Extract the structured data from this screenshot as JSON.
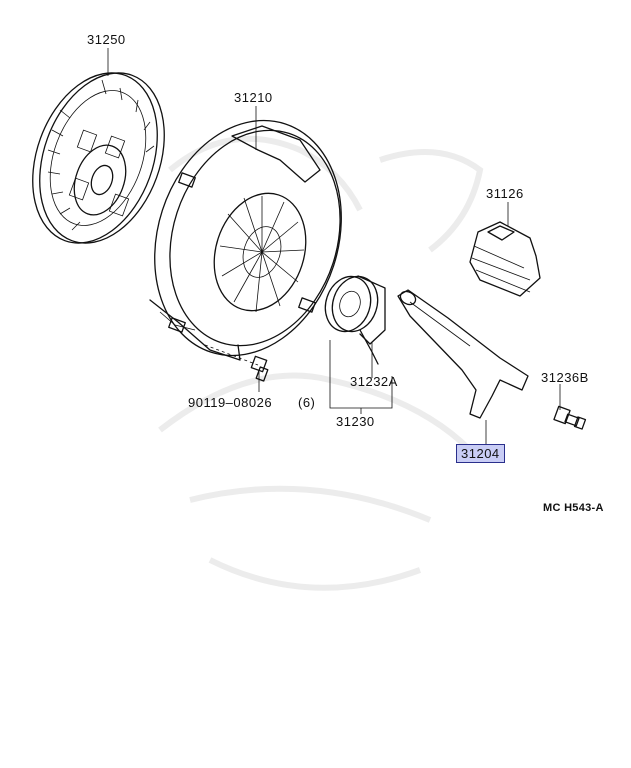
{
  "parts": [
    {
      "id": "p31250",
      "label": "31250"
    },
    {
      "id": "p31210",
      "label": "31210"
    },
    {
      "id": "p31126",
      "label": "31126"
    },
    {
      "id": "p31232a",
      "label": "31232A"
    },
    {
      "id": "p31236b",
      "label": "31236B"
    },
    {
      "id": "p90119",
      "label": "90119–08026"
    },
    {
      "id": "qty",
      "label": "(6)"
    },
    {
      "id": "p31230",
      "label": "31230"
    },
    {
      "id": "p31204",
      "label": "31204",
      "highlighted": true
    }
  ],
  "diagram_code": "MC H543-A",
  "colors": {
    "highlight_fill": "#c9cdf5",
    "highlight_border": "#2a2f8c",
    "line": "#111111"
  }
}
